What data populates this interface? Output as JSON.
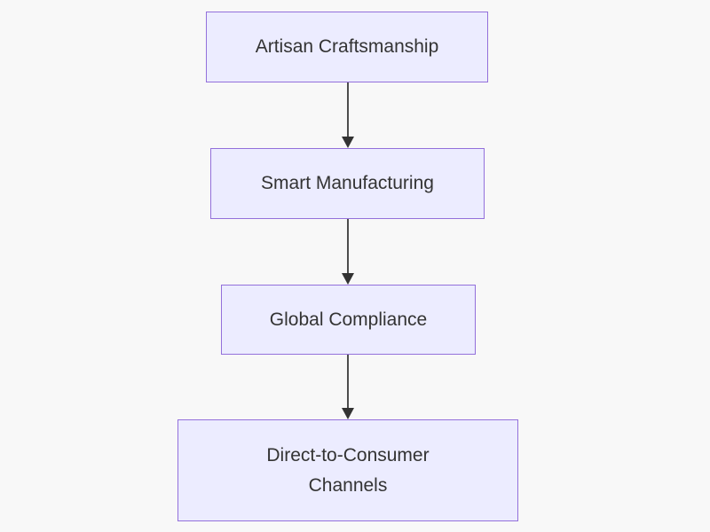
{
  "diagram": {
    "type": "flowchart",
    "direction": "top-down",
    "nodes": [
      {
        "id": "artisan-craftsmanship",
        "label": "Artisan Craftsmanship"
      },
      {
        "id": "smart-manufacturing",
        "label": "Smart Manufacturing"
      },
      {
        "id": "global-compliance",
        "label": "Global Compliance"
      },
      {
        "id": "direct-to-consumer-channels",
        "label": "Direct-to-Consumer\nChannels"
      }
    ],
    "edges": [
      {
        "from": "artisan-craftsmanship",
        "to": "smart-manufacturing",
        "style": "arrow"
      },
      {
        "from": "smart-manufacturing",
        "to": "global-compliance",
        "style": "arrow"
      },
      {
        "from": "global-compliance",
        "to": "direct-to-consumer-channels",
        "style": "arrow"
      }
    ],
    "colors": {
      "background": "#f8f8f8",
      "node_fill": "#ECECFF",
      "node_border": "#9370DB",
      "text": "#333333",
      "edge_line": "#4d4d4d",
      "arrowhead": "#333333"
    }
  }
}
